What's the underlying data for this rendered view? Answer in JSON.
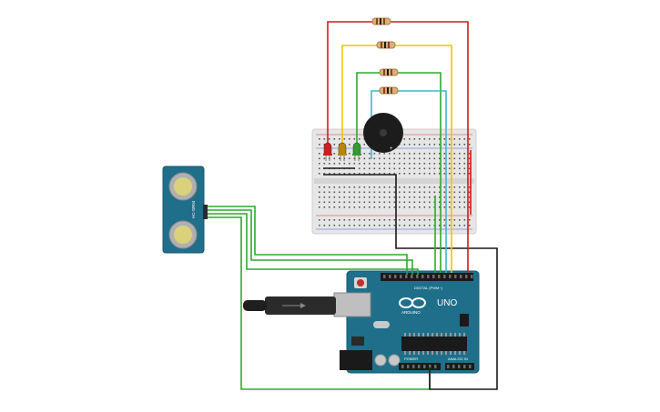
{
  "circuit": {
    "arduino": {
      "logo": "ARDUINO",
      "model": "UNO",
      "digital_header_label": "DIGITAL (PWM~)",
      "power_label": "POWER",
      "analog_label": "ANALOG IN"
    },
    "sensor": {
      "model_label": "HC-SR04"
    },
    "leds": [
      {
        "color": "#cc1f1f",
        "name": "red"
      },
      {
        "color": "#b8860b",
        "name": "yellow"
      },
      {
        "color": "#2e9e2e",
        "name": "green"
      }
    ],
    "wire_colors": {
      "red": "#d01c1c",
      "yellow": "#e8c800",
      "green": "#2fa82f",
      "cyan": "#3fb8c8",
      "black": "#1a1a1a"
    }
  }
}
